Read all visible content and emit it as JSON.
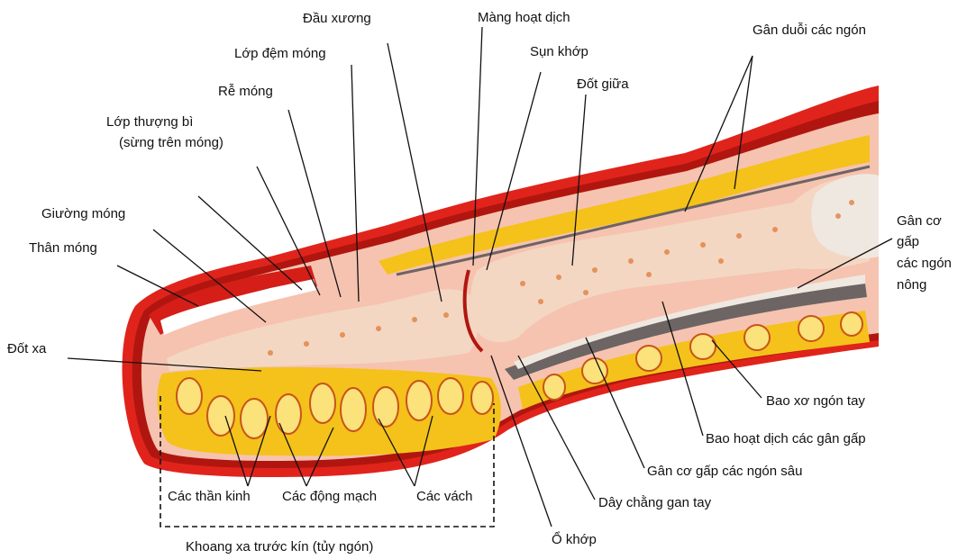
{
  "colors": {
    "skin_outer": "#e0241c",
    "skin_dark": "#b0160f",
    "skin_mid": "#f06a4a",
    "dermis_pink": "#f6c3b0",
    "fat_yellow": "#f4c21a",
    "fat_light": "#fbe27a",
    "bone": "#f3d7c2",
    "bone_spot": "#e07a3a",
    "cartilage": "#efe8e0",
    "tendon_grey": "#6d6464",
    "ink": "#111111"
  },
  "labels": {
    "dau_xuong": "Đầu xương",
    "mang_hoat_dich": "Màng hoạt dịch",
    "gan_duoi": "Gân duỗi các ngón",
    "lop_dem_mong": "Lớp đệm móng",
    "sun_khop": "Sụn khớp",
    "re_mong": "Rễ móng",
    "dot_giua": "Đốt giữa",
    "lop_thuong_bi_1": "Lớp thượng bì",
    "lop_thuong_bi_2": "(sừng trên móng)",
    "giuong_mong": "Giường móng",
    "gan_co_gap_nong_1": "Gân cơ",
    "gan_co_gap_nong_2": "gấp",
    "gan_co_gap_nong_3": "các ngón",
    "gan_co_gap_nong_4": "nông",
    "than_mong": "Thân móng",
    "dot_xa": "Đốt xa",
    "bao_xo": "Bao xơ ngón tay",
    "bao_hoat_dich": "Bao hoạt dịch các gân gấp",
    "gan_co_gap_sau": "Gân cơ gấp các ngón sâu",
    "cac_than_kinh": "Các thần kinh",
    "cac_dong_mach": "Các động mạch",
    "cac_vach": "Các vách",
    "day_chang": "Dây chằng gan tay",
    "o_khop": "Ổ khớp",
    "khoang_xa": "Khoang xa trước kín (tủy ngón)"
  }
}
